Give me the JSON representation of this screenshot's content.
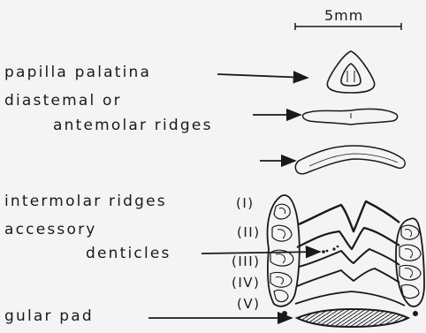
{
  "scale_bar": {
    "label": "5mm"
  },
  "labels": {
    "papilla": "papilla palatina",
    "diastemal_1": "diastemal or",
    "diastemal_2": "antemolar ridges",
    "intermolar": "intermolar    ridges",
    "accessory_1": "accessory",
    "accessory_2": "denticles",
    "gular": "gular   pad"
  },
  "ridge_numerals": [
    "(I)",
    "(II)",
    "(III)",
    "(IV)",
    "(V)"
  ],
  "colors": {
    "ink": "#1a1a1a",
    "background": "#f4f4f4"
  }
}
